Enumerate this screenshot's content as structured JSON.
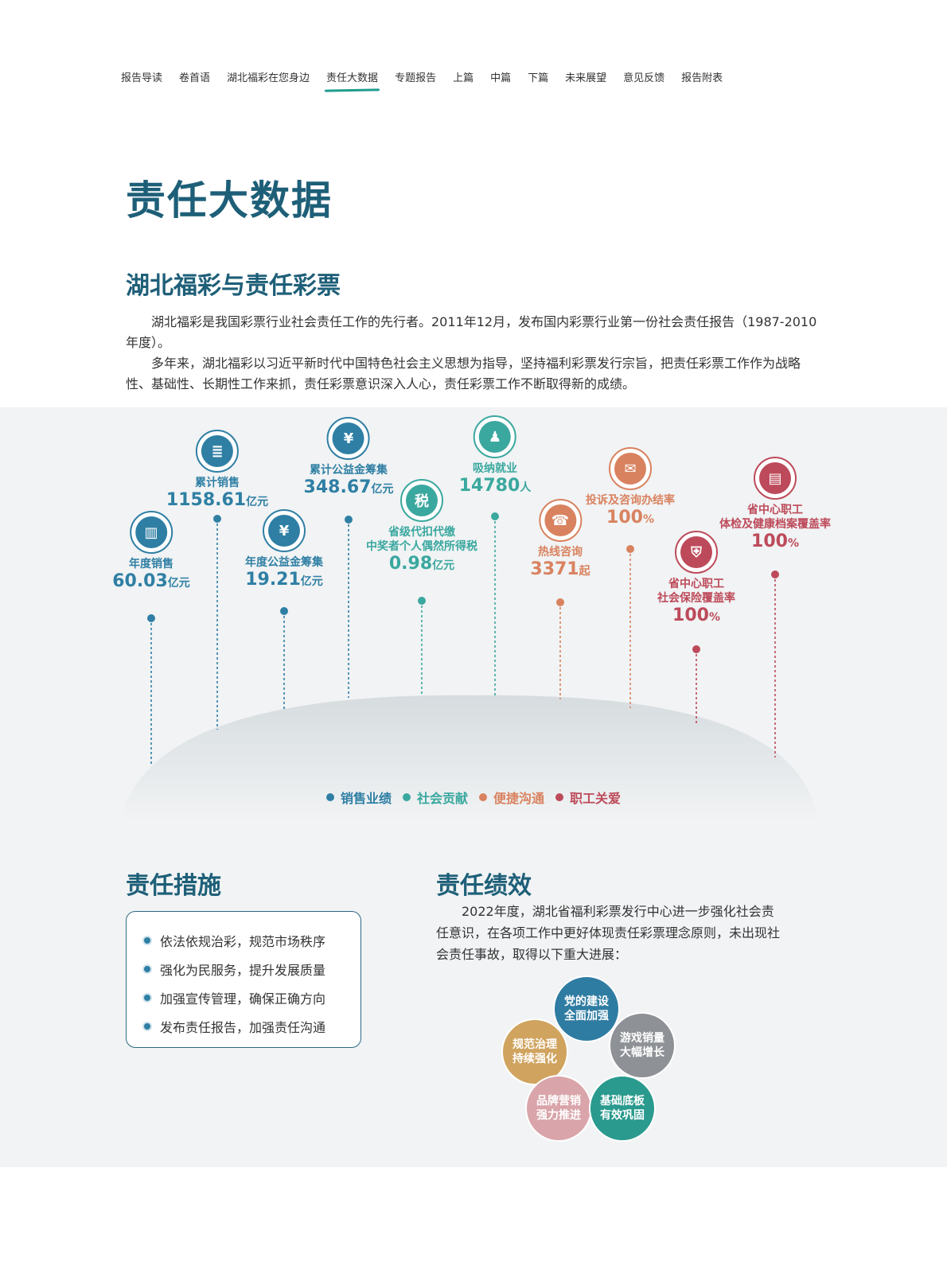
{
  "nav": [
    "报告导读",
    "卷首语",
    "湖北福彩在您身边",
    "责任大数据",
    "专题报告",
    "上篇",
    "中篇",
    "下篇",
    "未来展望",
    "意见反馈",
    "报告附表"
  ],
  "nav_active_index": 3,
  "page_title": "责任大数据",
  "section_title": "湖北福彩与责任彩票",
  "intro": [
    "湖北福彩是我国彩票行业社会责任工作的先行者。2011年12月，发布国内彩票行业第一份社会责任报告（1987-2010年度）。",
    "多年来，湖北福彩以习近平新时代中国特色社会主义思想为指导，坚持福利彩票发行宗旨，把责任彩票工作作为战略性、基础性、长期性工作来抓，责任彩票意识深入人心，责任彩票工作不断取得新的成绩。"
  ],
  "colors": {
    "blue": "#2f7fa4",
    "teal": "#3aa89f",
    "orange": "#d9825f",
    "red": "#bd4a5a",
    "heading": "#1e5f78"
  },
  "stats": [
    {
      "label": "年度销售",
      "value": "60.03",
      "unit": "亿元",
      "category": "blue",
      "icon": "bar-chart-icon"
    },
    {
      "label": "累计销售",
      "value": "1158.61",
      "unit": "亿元",
      "category": "blue",
      "icon": "document-icon"
    },
    {
      "label": "年度公益金筹集",
      "value": "19.21",
      "unit": "亿元",
      "category": "blue",
      "icon": "coin-yuan-icon"
    },
    {
      "label": "累计公益金筹集",
      "value": "348.67",
      "unit": "亿元",
      "category": "blue",
      "icon": "hand-coin-icon"
    },
    {
      "label": "省级代扣代缴\n中奖者个人偶然所得税",
      "value": "0.98",
      "unit": "亿元",
      "category": "teal",
      "icon": "tax-receipt-icon"
    },
    {
      "label": "吸纳就业",
      "value": "14780",
      "unit": "人",
      "category": "teal",
      "icon": "workers-icon"
    },
    {
      "label": "热线咨询",
      "value": "3371",
      "unit": "起",
      "category": "orange",
      "icon": "headset-icon"
    },
    {
      "label": "投诉及咨询办结率",
      "value": "100",
      "unit": "%",
      "category": "orange",
      "icon": "chat-people-icon"
    },
    {
      "label": "省中心职工\n社会保险覆盖率",
      "value": "100",
      "unit": "%",
      "category": "red",
      "icon": "shield-person-icon"
    },
    {
      "label": "省中心职工\n体检及健康档案覆盖率",
      "value": "100",
      "unit": "%",
      "category": "red",
      "icon": "health-record-icon"
    }
  ],
  "legend": [
    {
      "label": "销售业绩",
      "category": "blue"
    },
    {
      "label": "社会贡献",
      "category": "teal"
    },
    {
      "label": "便捷沟通",
      "category": "orange"
    },
    {
      "label": "职工关爱",
      "category": "red"
    }
  ],
  "measures_title": "责任措施",
  "measures": [
    "依法依规治彩，规范市场秩序",
    "强化为民服务，提升发展质量",
    "加强宣传管理，确保正确方向",
    "发布责任报告，加强责任沟通"
  ],
  "performance_title": "责任绩效",
  "performance_text": "2022年度，湖北省福利彩票发行中心进一步强化社会责任意识，在各项工作中更好体现责任彩票理念原则，未出现社会责任事故，取得以下重大进展：",
  "performance_circles": [
    {
      "label": "党的建设\n全面加强",
      "color": "#2f7ca2"
    },
    {
      "label": "游戏销量\n大幅增长",
      "color": "#8e9196"
    },
    {
      "label": "基础底板\n有效巩固",
      "color": "#2a9a8e"
    },
    {
      "label": "品牌营销\n强力推进",
      "color": "#d9a5aa"
    },
    {
      "label": "规范治理\n持续强化",
      "color": "#d0a35e"
    }
  ]
}
